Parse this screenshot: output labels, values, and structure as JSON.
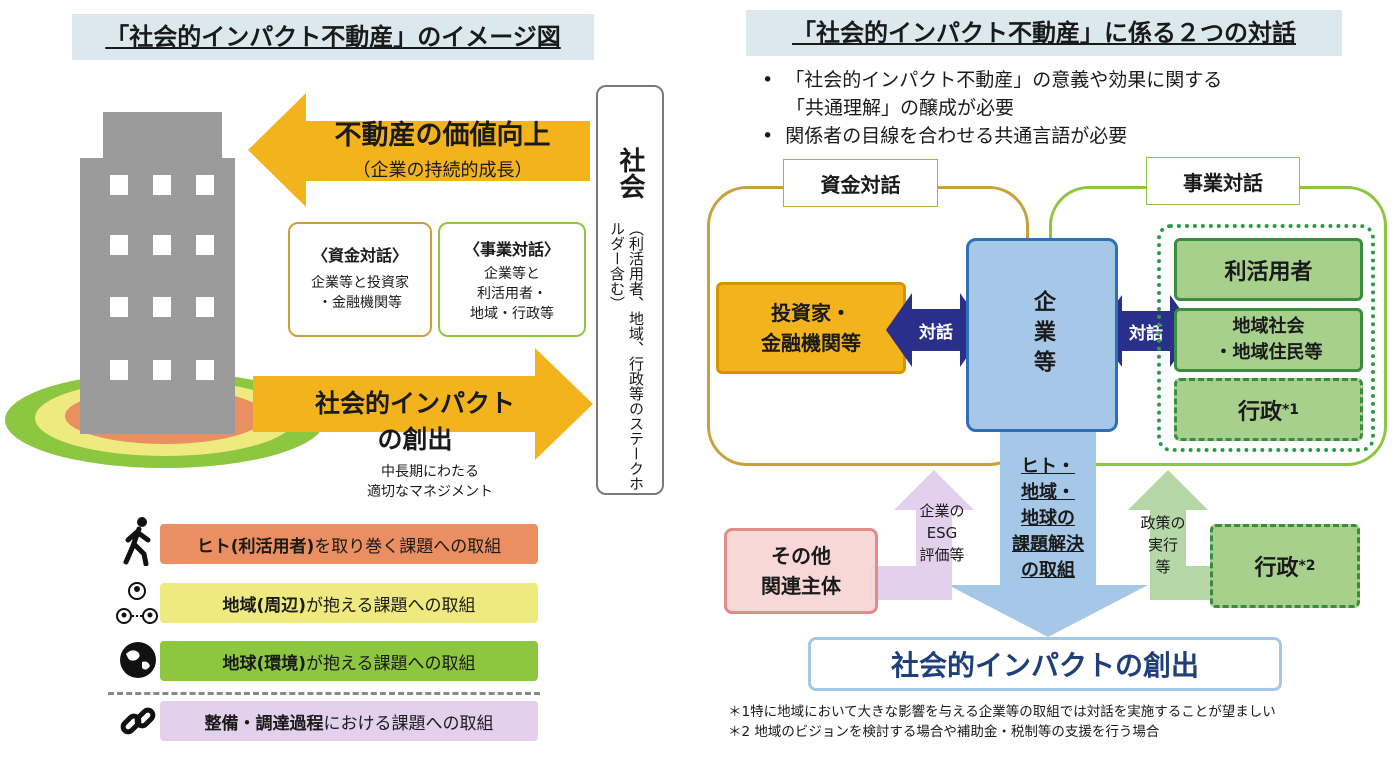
{
  "left": {
    "title": "「社会的インパクト不動産」のイメージ図",
    "value_up": {
      "main": "不動産の価値向上",
      "sub": "（企業の持続的成長）"
    },
    "fund_dialogue": {
      "head": "〈資金対話〉",
      "body1": "企業等と投資家",
      "body2": "・金融機関等"
    },
    "biz_dialogue": {
      "head": "〈事業対話〉",
      "body1": "企業等と",
      "body2": "利活用者・",
      "body3": "地域・行政等"
    },
    "impact": {
      "line1": "社会的インパクト",
      "line2": "の創出"
    },
    "mgmt": {
      "line1": "中長期にわたる",
      "line2": "適切なマネジメント"
    },
    "society": {
      "title": "社会",
      "note": "（利活用者、地域、行政等のステークホルダー含む）"
    },
    "bars": [
      {
        "bold": "ヒト(利活用者)",
        "rest": "を取り巻く課題への取組",
        "color": "#ea8f62"
      },
      {
        "bold": "地域(周辺)",
        "rest": "が抱える課題への取組",
        "color": "#eeea7f"
      },
      {
        "bold": "地球(環境)",
        "rest": "が抱える課題への取組",
        "color": "#8dc63f"
      },
      {
        "bold": "整備・調達過程",
        "rest": "における課題への取組",
        "color": "#e3d0ec"
      }
    ]
  },
  "right": {
    "title": "「社会的インパクト不動産」に係る２つの対話",
    "bullets": [
      "「社会的インパクト不動産」の意義や効果に関する",
      "「共通理解」の醸成が必要",
      "関係者の目線を合わせる共通言語が必要"
    ],
    "fund_label": "資金対話",
    "biz_label": "事業対話",
    "investor": {
      "line1": "投資家・",
      "line2": "金融機関等"
    },
    "dialogue_left": "対話",
    "dialogue_right": "対話",
    "company": "企業等",
    "users": "利活用者",
    "community": {
      "line1": "地域社会",
      "line2": "・地域住民等"
    },
    "admin1": {
      "text": "行政",
      "mark": "*1"
    },
    "center_arrow": {
      "line1": "ヒト・",
      "line2": "地域・",
      "line3": "地球の",
      "line4": "課題解決",
      "line5": "の取組"
    },
    "esg": {
      "line1": "企業の",
      "line2": "ESG",
      "line3": "評価等"
    },
    "policy": {
      "line1": "政策の",
      "line2": "実行",
      "line3": "等"
    },
    "others": {
      "line1": "その他",
      "line2": "関連主体"
    },
    "admin2": {
      "text": "行政",
      "mark": "*2"
    },
    "impact": "社会的インパクトの創出",
    "notes": [
      "＊1特に地域において大きな影響を与える企業等の取組では対話を実施することが望ましい",
      "＊2 地域のビジョンを検討する場合や補助金・税制等の支援を行う場合"
    ]
  }
}
